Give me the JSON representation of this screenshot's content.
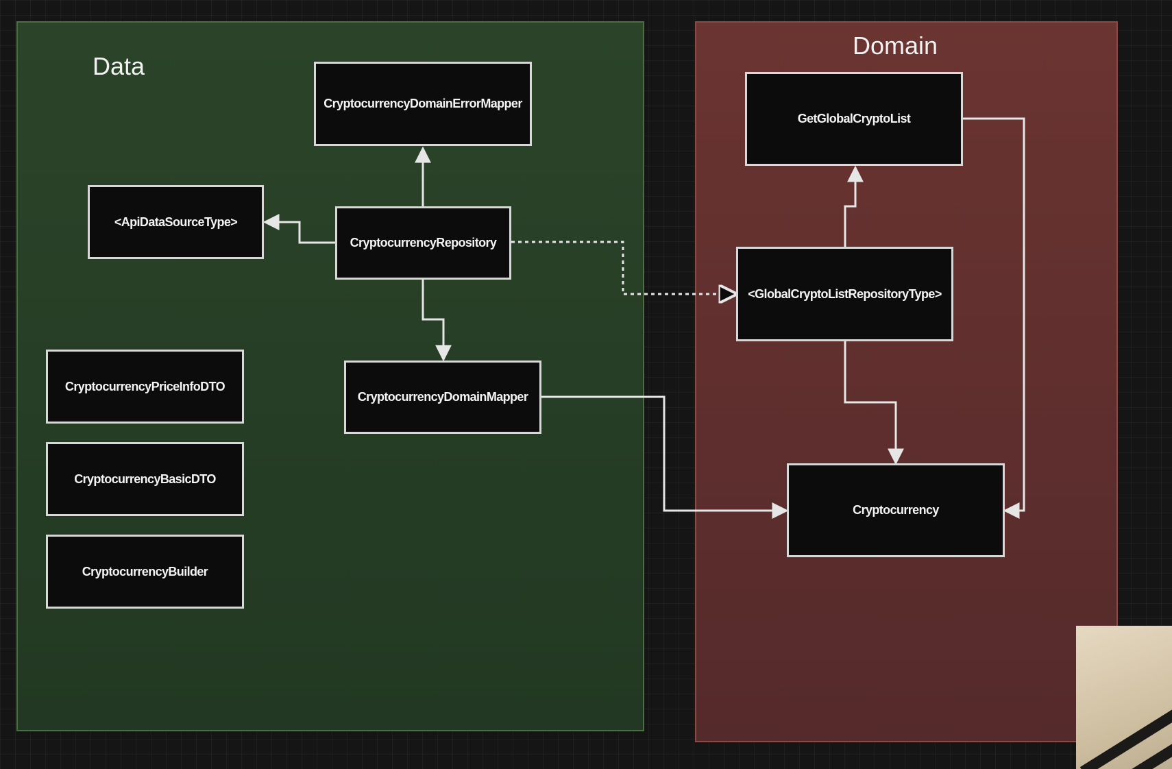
{
  "regions": {
    "data": {
      "title": "Data"
    },
    "domain": {
      "title": "Domain"
    }
  },
  "boxes": {
    "error_mapper": "CryptocurrencyDomainErrorMapper",
    "api_data_source": "<ApiDataSourceType>",
    "repository": "CryptocurrencyRepository",
    "domain_mapper": "CryptocurrencyDomainMapper",
    "price_info_dto": "CryptocurrencyPriceInfoDTO",
    "basic_dto": "CryptocurrencyBasicDTO",
    "builder": "CryptocurrencyBuilder",
    "get_global_crypto_list": "GetGlobalCryptoList",
    "global_repo_type": "<GlobalCryptoListRepositoryType>",
    "cryptocurrency": "Cryptocurrency"
  },
  "colors": {
    "data_region": "#2b4429",
    "domain_region": "#6a3431",
    "box_fill": "#0c0c0c",
    "connector": "#e6e6e6"
  }
}
